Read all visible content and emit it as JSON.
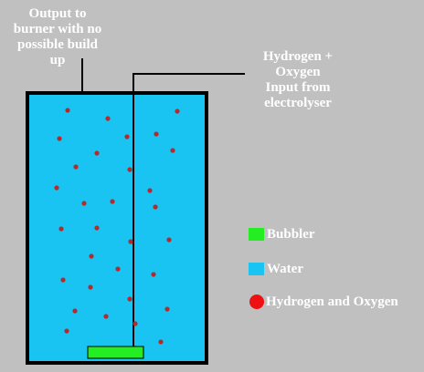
{
  "labels": {
    "output": [
      "Output to",
      "burner with no",
      "possible build",
      "up"
    ],
    "input": [
      "Hydrogen +",
      "Oxygen",
      "Input from",
      "electrolyser"
    ]
  },
  "legend": {
    "items": [
      {
        "label": "Bubbler",
        "color": "#22ee22",
        "shape": "rectangle"
      },
      {
        "label": "Water",
        "color": "#19c4f2",
        "shape": "rectangle"
      },
      {
        "label": "Hydrogen and Oxygen",
        "color": "#ee1111",
        "shape": "circle"
      }
    ]
  },
  "colors": {
    "background": "#c0c0c0",
    "water": "#19c4f2",
    "container_outline": "#000000",
    "bubbler": "#22ee22",
    "bubbles": "#b52a2a",
    "text": "#ffffff"
  }
}
